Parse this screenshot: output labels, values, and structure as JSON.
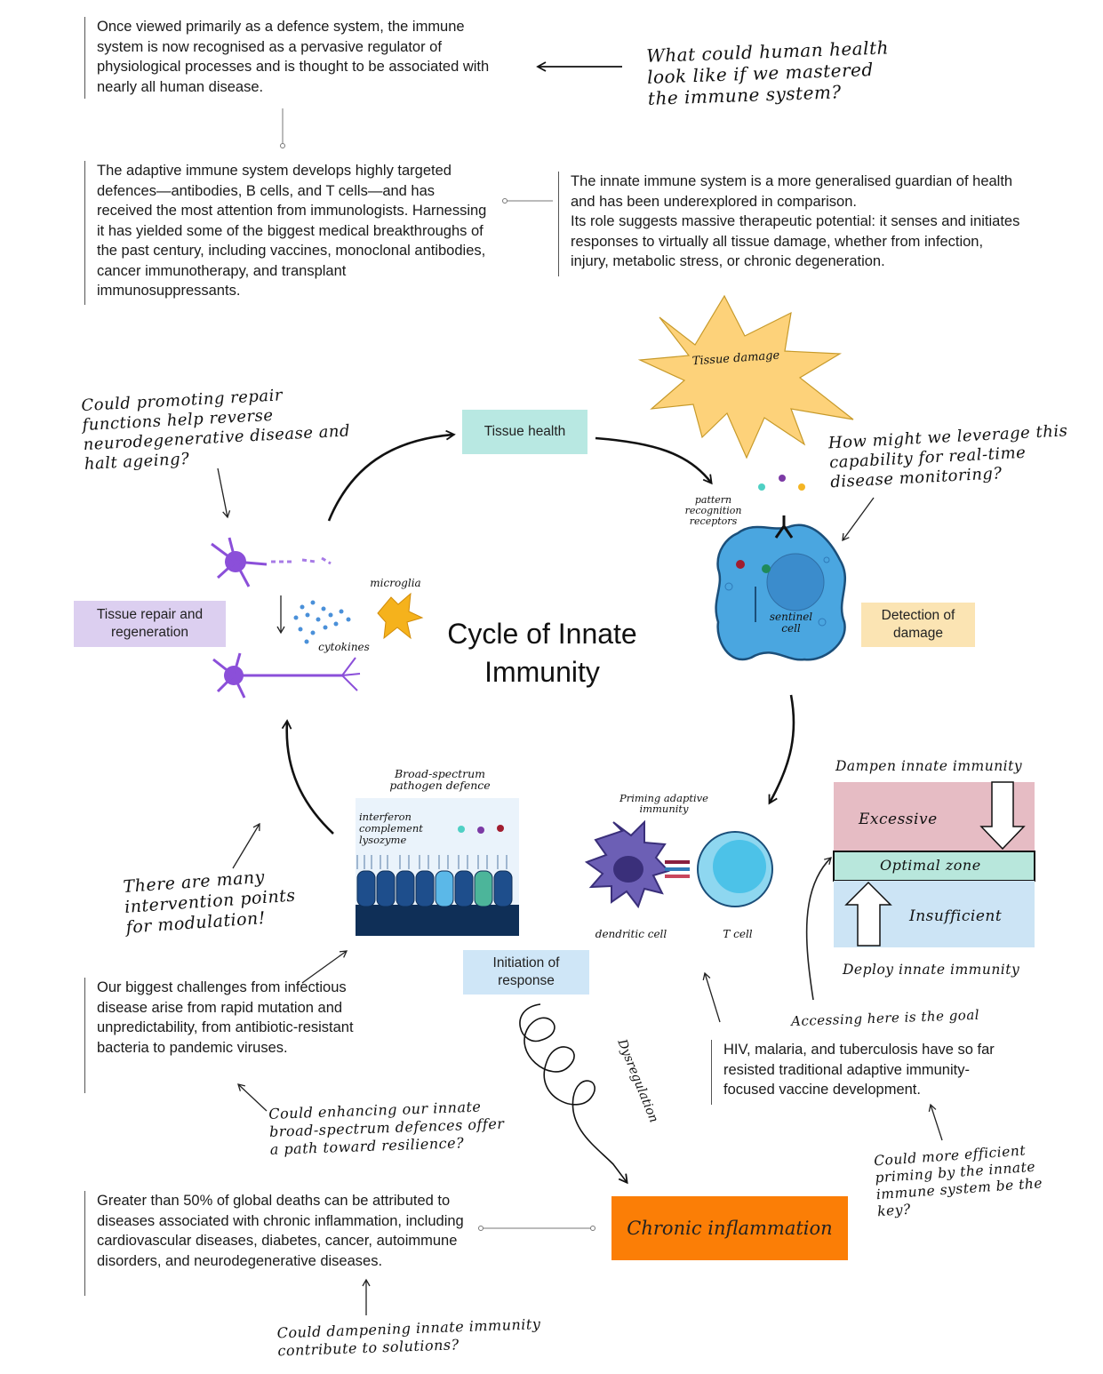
{
  "title": "Cycle of Innate\nImmunity",
  "top": {
    "intro": "Once viewed primarily as a defence system, the immune system is now recognised as a pervasive regulator of physiological processes and is thought to be associated with nearly all human disease.",
    "question": "What could human health look like if we mastered the immune system?",
    "adaptive": "The adaptive immune system develops highly targeted defences—antibodies, B cells, and T cells—and has received the most attention from immunologists. Harnessing it has yielded some of the biggest medical breakthroughs of the past century, including vaccines, monoclonal antibodies, cancer immunotherapy, and transplant immunosuppressants.",
    "innate": "The innate immune system is a more generalised guardian of health and has been underexplored in comparison.\nIts role suggests massive therapeutic potential: it senses and initiates responses to virtually all tissue damage, whether from infection, injury, metabolic stress, or chronic degeneration."
  },
  "stages": {
    "tissue_health": "Tissue health",
    "detection": "Detection of\ndamage",
    "initiation": "Initiation of\nresponse",
    "repair": "Tissue repair and\nregeneration",
    "chronic": "Chronic inflammation"
  },
  "labels": {
    "tissue_damage": "Tissue damage",
    "prr": "pattern\nrecognition\nreceptors",
    "sentinel": "sentinel\ncell",
    "microglia": "microglia",
    "cytokines": "cytokines",
    "broad_spectrum": "Broad-spectrum\npathogen defence",
    "interferon": "interferon\ncomplement\nlysozyme",
    "priming": "Priming adaptive\nimmunity",
    "dendritic": "dendritic cell",
    "tcell": "T cell",
    "dysregulation": "Dysregulation"
  },
  "questions": {
    "repair_q": "Could promoting repair functions help reverse neurodegenerative disease and halt ageing?",
    "monitoring_q": "How might we leverage this capability for real-time disease monitoring?",
    "intervention": "There are many intervention points for modulation!",
    "enhance_q": "Could enhancing our innate broad-spectrum defences offer a path toward resilience?",
    "dampen_q": "Could dampening innate immunity contribute to solutions?",
    "priming_q": "Could more efficient priming by the innate immune system be the key?",
    "goal": "Accessing here is the goal"
  },
  "zones": {
    "dampen": "Dampen innate immunity",
    "excessive": "Excessive",
    "optimal": "Optimal zone",
    "insufficient": "Insufficient",
    "deploy": "Deploy innate immunity"
  },
  "notes": {
    "infectious": "Our biggest challenges from infectious disease arise from rapid mutation and unpredictability, from antibiotic-resistant bacteria to pandemic viruses.",
    "hiv": "HIV, malaria, and tuberculosis have so far resisted traditional adaptive immunity-focused vaccine development.",
    "global": "Greater than 50% of global deaths can be attributed to diseases associated with chronic inflammation, including cardiovascular diseases, diabetes, cancer, autoimmune disorders, and neurodegenerative diseases."
  },
  "colors": {
    "tissue_health": "#b8e8e2",
    "detection": "#fbe4b3",
    "initiation": "#cfe6f7",
    "repair": "#dccff0",
    "chronic": "#fb7e06",
    "excessive": "#e6bcc4",
    "optimal": "#b8e7dc",
    "insufficient": "#cce4f5",
    "sun": "#fdd27a",
    "sentinel": "#4aa6e0",
    "neuron": "#8b4fd9",
    "microglia": "#f5b21c"
  }
}
